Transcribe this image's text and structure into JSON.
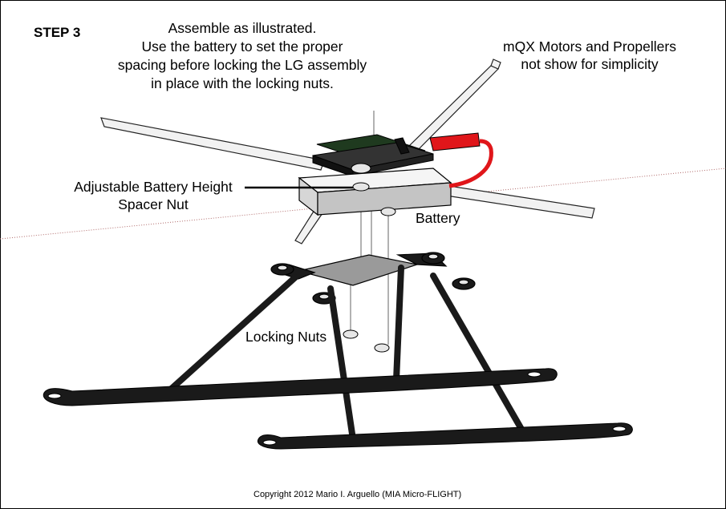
{
  "labels": {
    "step": "STEP 3",
    "instructions": "Assemble as illustrated. Use the battery to set the proper spacing before locking the LG assembly in place with the locking nuts.",
    "instructions_lines": [
      "Assemble as illustrated.",
      "Use the battery to set the proper",
      "spacing before locking the LG assembly",
      "in place with the locking nuts."
    ],
    "motors_note_lines": [
      "mQX Motors and Propellers",
      "not show for simplicity"
    ],
    "spacer_lines": [
      "Adjustable Battery Height",
      "Spacer Nut"
    ],
    "battery": "Battery",
    "locking_nuts": "Locking Nuts",
    "copyright": "Copyright 2012 Mario I. Arguello (MIA Micro-FLIGHT)"
  },
  "colors": {
    "frame_arm": "#f2f2f2",
    "board": "#1f3a1f",
    "connector": "#e0161a",
    "plastic": "#1a1a1a",
    "nut": "#e6e6e6",
    "horizon": "#b06a6a"
  }
}
